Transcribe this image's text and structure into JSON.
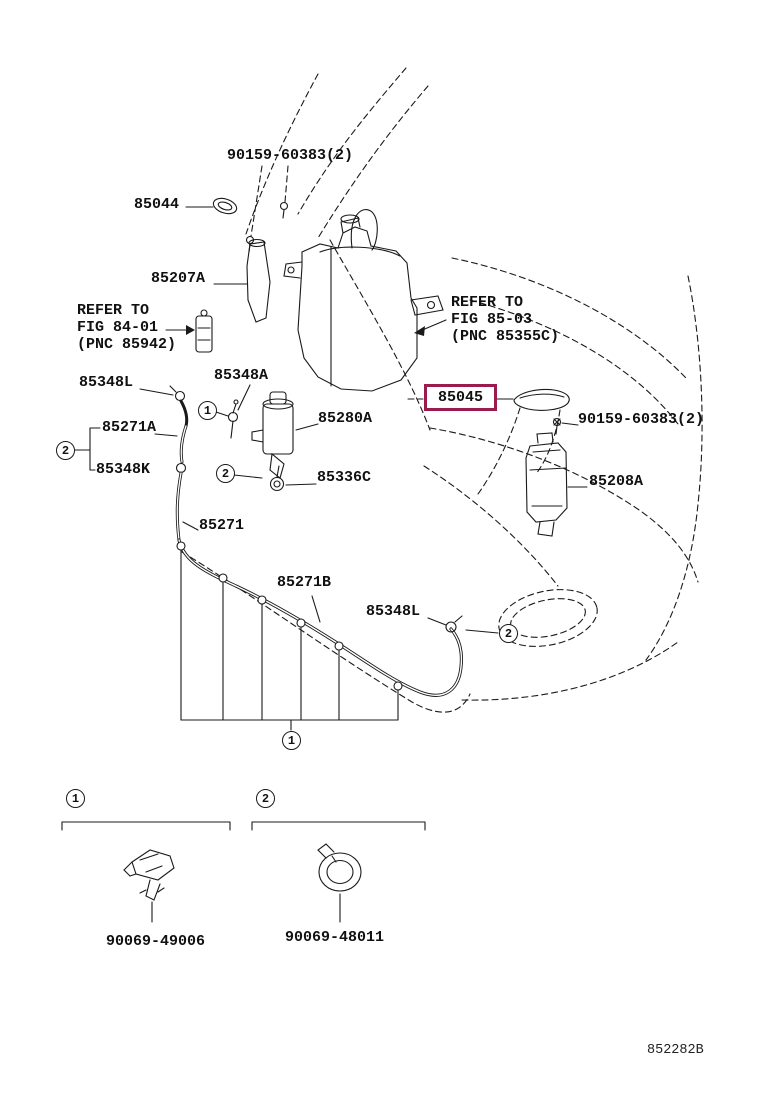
{
  "labels": {
    "bolt_top": "90159-60383(2)",
    "cap": "85044",
    "inlet": "85207A",
    "nozzle_l1": "85348L",
    "joint": "85348A",
    "hose_a": "85271A",
    "pump": "85280A",
    "grommet_k": "85348K",
    "grommet_c": "85336C",
    "hose_main": "85271",
    "hose_b": "85271B",
    "nozzle_l2": "85348L",
    "highlight": "85045",
    "bolt_right": "90159-60383(2)",
    "actuator": "85208A"
  },
  "references": {
    "ref1": {
      "line1": "REFER TO",
      "line2": "FIG 84-01",
      "line3": "(PNC 85942)"
    },
    "ref2": {
      "line1": "REFER TO",
      "line2": "FIG 85-03",
      "line3": "(PNC 85355C)"
    }
  },
  "callouts": {
    "one": "1",
    "two": "2"
  },
  "legend": {
    "item1": {
      "symbol": "1",
      "part_number": "90069-49006"
    },
    "item2": {
      "symbol": "2",
      "part_number": "90069-48011"
    }
  },
  "footer": {
    "figure_code": "852282B"
  },
  "colors": {
    "highlight_box": "#9b1b4e",
    "line": "#1a1a1a"
  }
}
